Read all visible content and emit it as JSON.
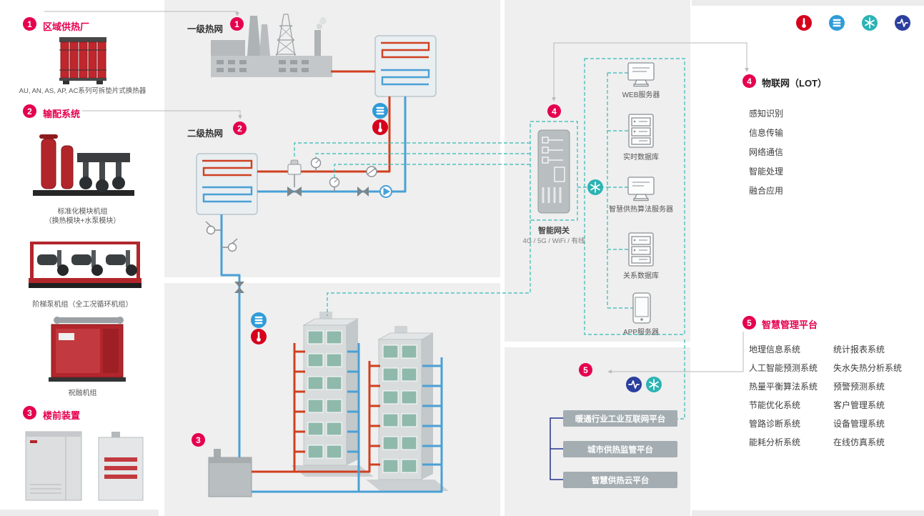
{
  "colors": {
    "badge": "#e5004f",
    "title_pink": "#e5004f",
    "pipe_hot": "#d04020",
    "pipe_cold": "#4aa0d5",
    "teal_link": "#35b8b8",
    "dark_blue_link": "#23338f",
    "panel_gray": "#efefef",
    "button_gray": "#a4adb1"
  },
  "left_panel": {
    "section1": {
      "num": "1",
      "title": "区域供热厂",
      "caption": "AU, AN, AS, AP, AC系列可拆垫片式换热器"
    },
    "section2": {
      "num": "2",
      "title": "输配系统",
      "caption1_line1": "标准化模块机组",
      "caption1_line2": "（换热模块+水泵模块）",
      "caption2": "阶梯泵机组（全工况循环机组）",
      "caption3": "祝融机组"
    },
    "section3": {
      "num": "3",
      "title": "楼前装置"
    }
  },
  "network": {
    "primary": {
      "num": "1",
      "label": "一级热网"
    },
    "secondary": {
      "num": "2",
      "label": "二级热网"
    },
    "building": {
      "num": "3"
    }
  },
  "gateway": {
    "num": "4",
    "name": "智能网关",
    "channels": "4G / 5G / WiFi / 有线",
    "servers": [
      {
        "label": "WEB服务器",
        "icon": "monitor-icon"
      },
      {
        "label": "实时数据库",
        "icon": "server-rack-icon"
      },
      {
        "label": "智慧供热算法服务器",
        "icon": "monitor-icon"
      },
      {
        "label": "关系数据库",
        "icon": "server-rack-icon"
      },
      {
        "label": "APP服务器",
        "icon": "phone-icon"
      }
    ]
  },
  "platforms": {
    "num": "5",
    "buttons": [
      {
        "label": "暖通行业工业互联网平台"
      },
      {
        "label": "城市供热监管平台"
      },
      {
        "label": "智慧供热云平台"
      }
    ]
  },
  "iot_panel": {
    "num": "4",
    "title": "物联网（LOT）",
    "items": [
      "感知识别",
      "信息传输",
      "网络通信",
      "智能处理",
      "融合应用"
    ]
  },
  "management_panel": {
    "num": "5",
    "title": "智慧管理平台",
    "col_left": [
      "地理信息系统",
      "人工智能预测系统",
      "热量平衡算法系统",
      "节能优化系统",
      "管路诊断系统",
      "能耗分析系统"
    ],
    "col_right": [
      "统计报表系统",
      "失水失热分析系统",
      "预警预测系统",
      "客户管理系统",
      "设备管理系统",
      "在线仿真系统"
    ]
  },
  "legend_icons": [
    {
      "name": "temperature-sensor-icon",
      "color": "#d6001c"
    },
    {
      "name": "flow-sensor-icon",
      "color": "#2f9cd8"
    },
    {
      "name": "smart-algorithm-icon",
      "color": "#2bb3b3"
    },
    {
      "name": "pulse-monitor-icon",
      "color": "#2b3f9e"
    }
  ]
}
